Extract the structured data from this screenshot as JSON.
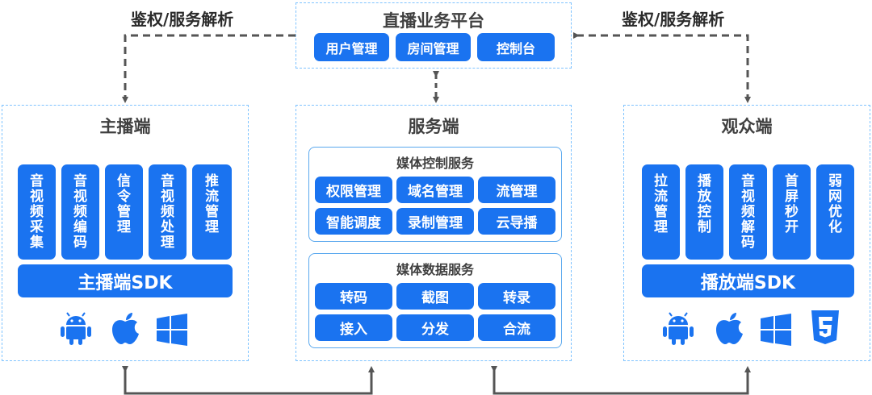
{
  "auth_label_left": "鉴权/服务解析",
  "auth_label_right": "鉴权/服务解析",
  "platform": {
    "title": "直播业务平台",
    "items": [
      "用户管理",
      "房间管理",
      "控制台"
    ]
  },
  "anchor": {
    "title": "主播端",
    "modules": [
      "音视频采集",
      "音视频编码",
      "信令管理",
      "音视频处理",
      "推流管理"
    ],
    "sdk": "主播端SDK",
    "os_icons": [
      "android-icon",
      "apple-icon",
      "windows-icon"
    ]
  },
  "server": {
    "title": "服务端",
    "control": {
      "title": "媒体控制服务",
      "items": [
        "权限管理",
        "域名管理",
        "流管理",
        "智能调度",
        "录制管理",
        "云导播"
      ]
    },
    "data": {
      "title": "媒体数据服务",
      "items": [
        "转码",
        "截图",
        "转录",
        "接入",
        "分发",
        "合流"
      ]
    }
  },
  "viewer": {
    "title": "观众端",
    "modules": [
      "拉流管理",
      "播放控制",
      "音视频解码",
      "首屏秒开",
      "弱网优化"
    ],
    "sdk": "播放端SDK",
    "os_icons": [
      "android-icon",
      "apple-icon",
      "windows-icon",
      "html5-icon"
    ]
  },
  "colors": {
    "primary": "#1a73f0",
    "dashed_border": "#7fc3ff",
    "arrow": "#555555"
  }
}
